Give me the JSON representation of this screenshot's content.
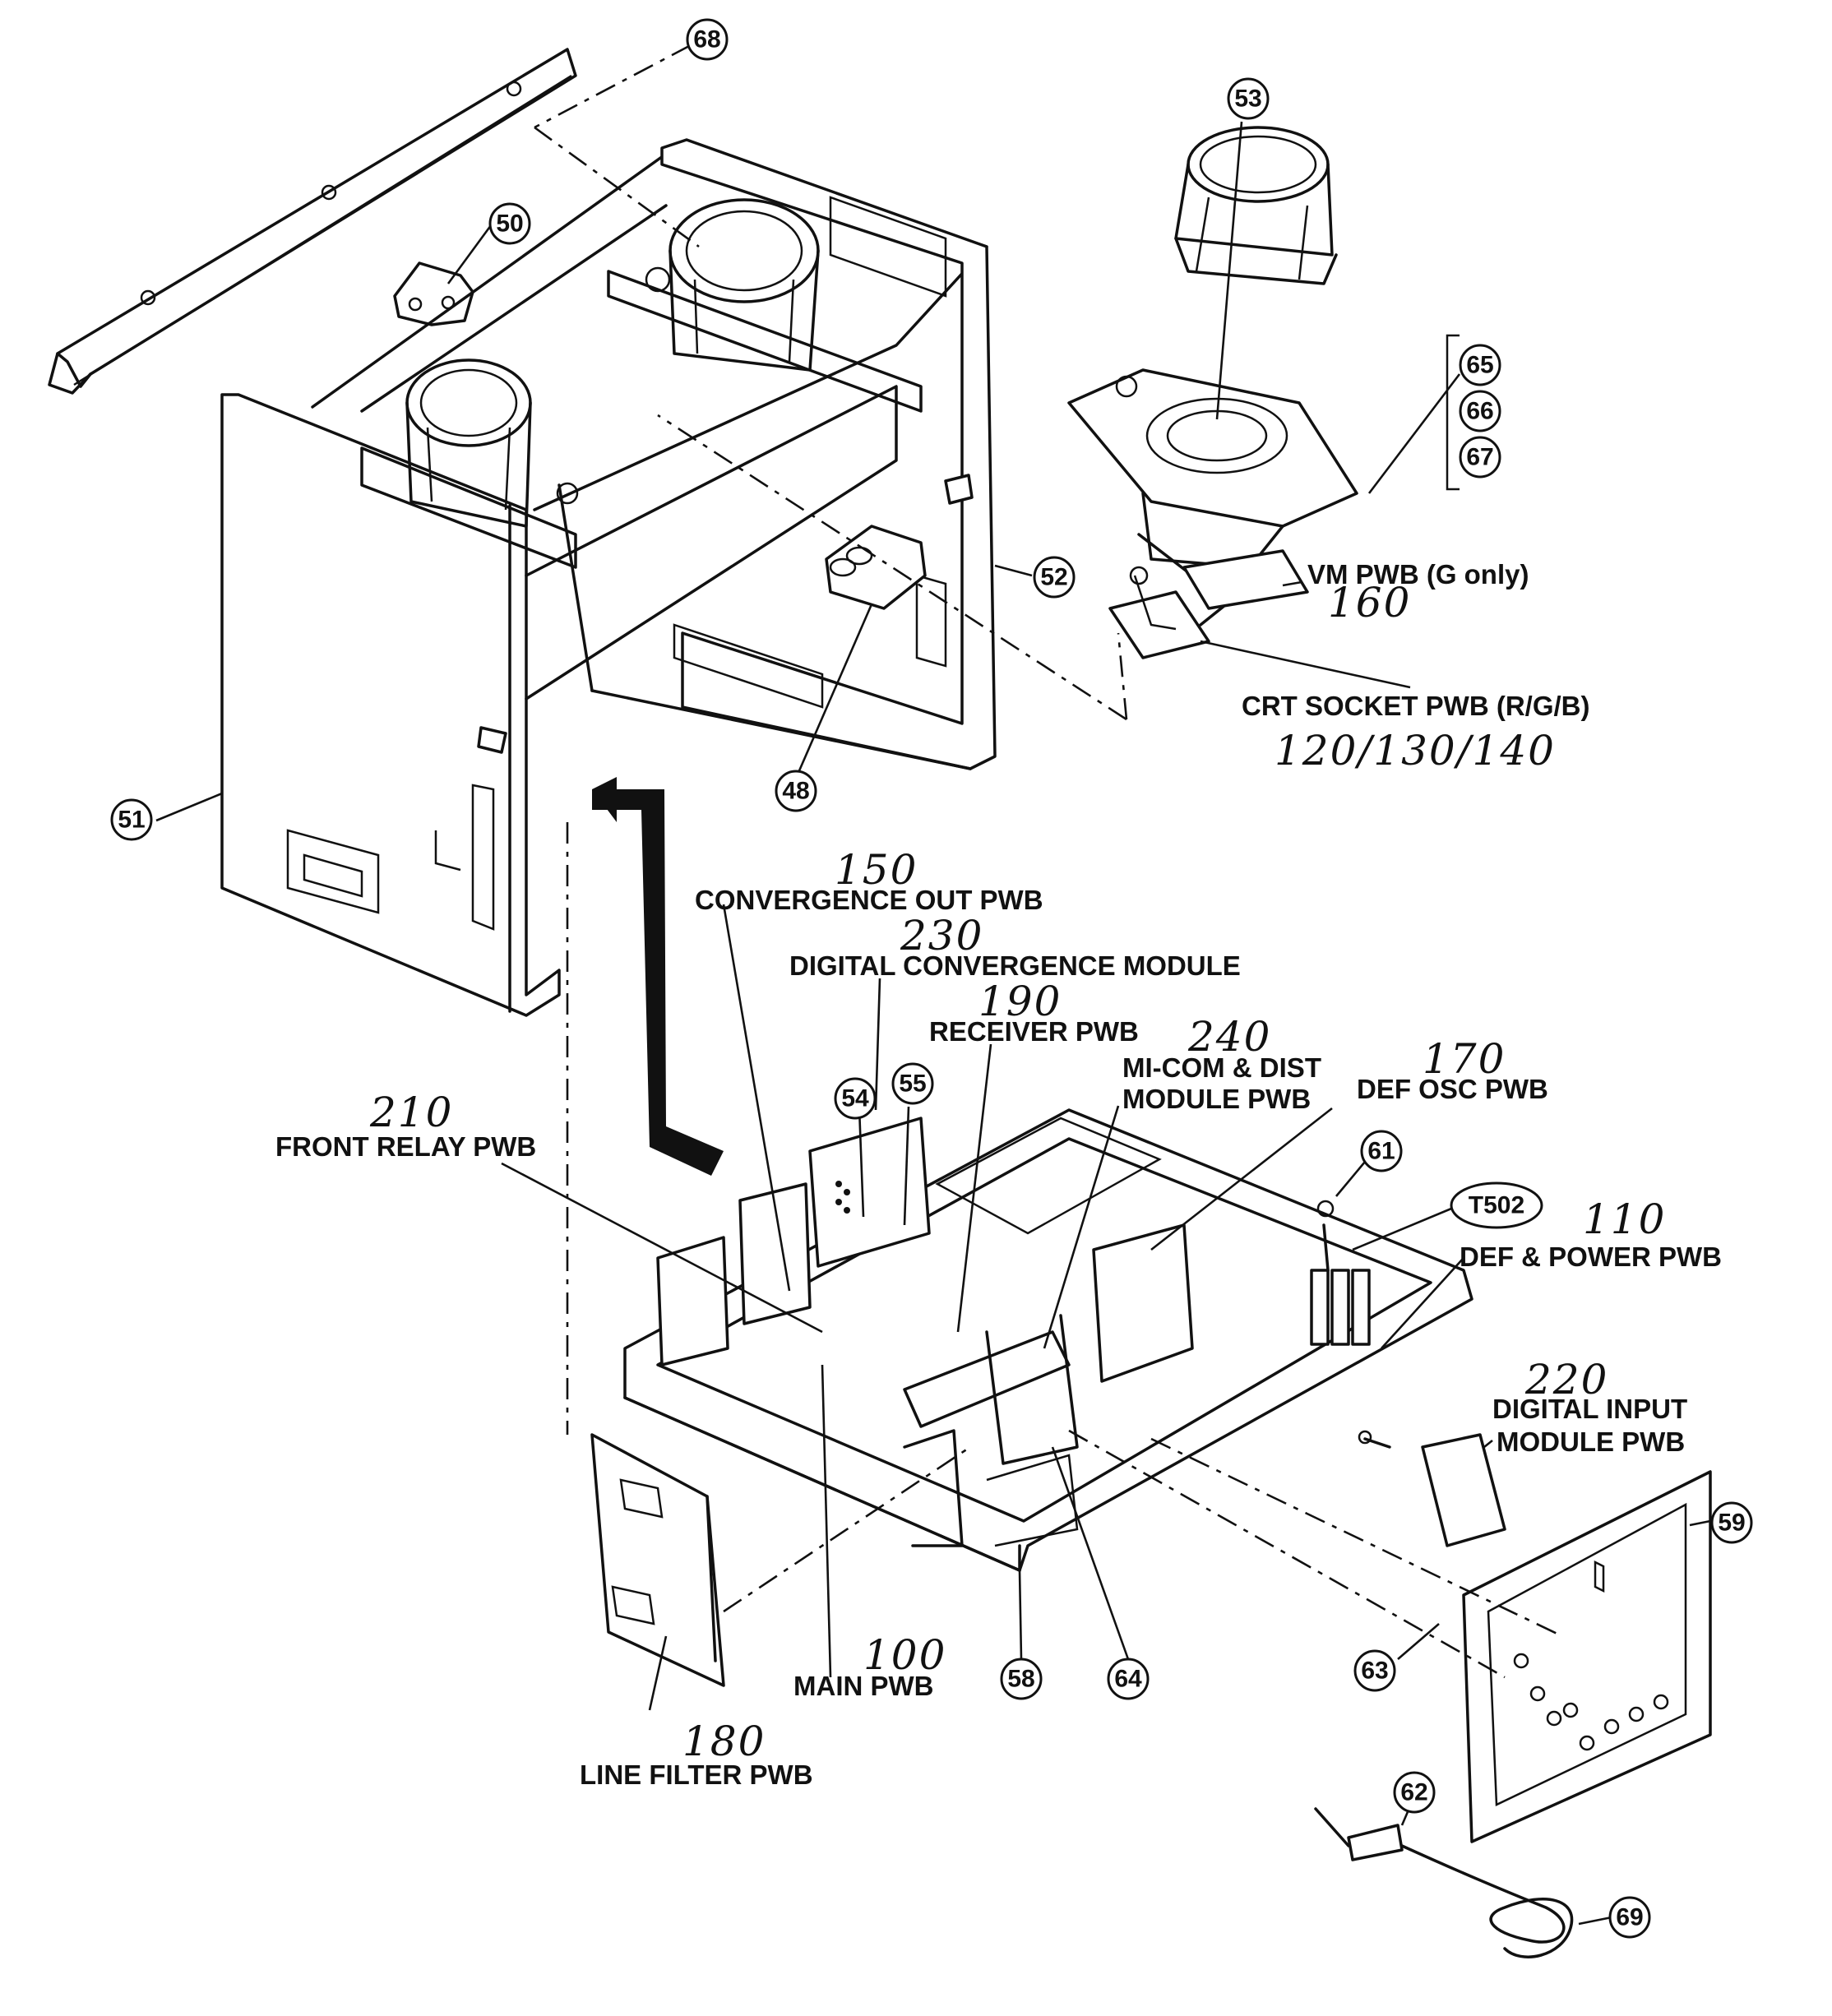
{
  "callouts": [
    {
      "id": "48",
      "text": "48"
    },
    {
      "id": "50",
      "text": "50"
    },
    {
      "id": "51",
      "text": "51"
    },
    {
      "id": "52",
      "text": "52"
    },
    {
      "id": "53",
      "text": "53"
    },
    {
      "id": "54",
      "text": "54"
    },
    {
      "id": "55",
      "text": "55"
    },
    {
      "id": "58",
      "text": "58"
    },
    {
      "id": "59",
      "text": "59"
    },
    {
      "id": "61",
      "text": "61"
    },
    {
      "id": "62",
      "text": "62"
    },
    {
      "id": "63",
      "text": "63"
    },
    {
      "id": "64",
      "text": "64"
    },
    {
      "id": "65",
      "text": "65"
    },
    {
      "id": "66",
      "text": "66"
    },
    {
      "id": "67",
      "text": "67"
    },
    {
      "id": "68",
      "text": "68"
    },
    {
      "id": "69",
      "text": "69"
    },
    {
      "id": "T502",
      "text": "T502"
    }
  ],
  "labels": {
    "vm_pwb": "VM PWB (G only)",
    "vm_pwb_num": "160",
    "crt_socket_pwb": "CRT SOCKET PWB (R/G/B)",
    "crt_socket_pwb_num": "120/130/140",
    "convergence_out_pwb": "CONVERGENCE OUT PWB",
    "convergence_out_pwb_num": "150",
    "digital_convergence_module": "DIGITAL CONVERGENCE MODULE",
    "digital_convergence_module_num": "230",
    "receiver_pwb": "RECEIVER PWB",
    "receiver_pwb_num": "190",
    "micom_line1": "MI-COM & DIST",
    "micom_line2": "MODULE PWB",
    "micom_num": "240",
    "def_osc_pwb": "DEF OSC PWB",
    "def_osc_pwb_num": "170",
    "front_relay_pwb": "FRONT RELAY PWB",
    "front_relay_pwb_num": "210",
    "def_power_pwb": "DEF & POWER PWB",
    "def_power_pwb_num": "110",
    "digital_input_line1": "DIGITAL INPUT",
    "digital_input_line2": "MODULE PWB",
    "digital_input_num": "220",
    "main_pwb": "MAIN PWB",
    "main_pwb_num": "100",
    "line_filter_pwb": "LINE FILTER PWB",
    "line_filter_pwb_num": "180"
  }
}
